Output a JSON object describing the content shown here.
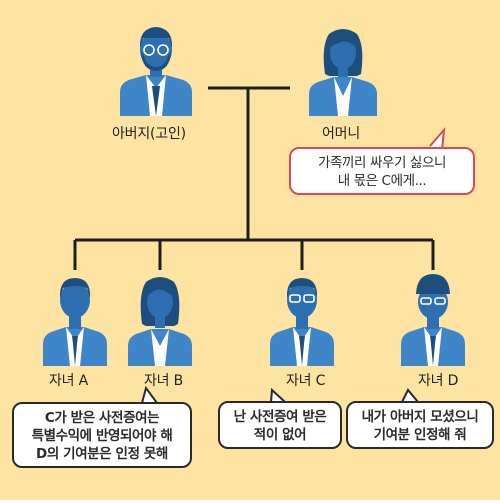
{
  "background_color": "#fde4a3",
  "colors": {
    "line": "#1e1e1e",
    "suit": "#3f86c9",
    "skin": "#2d6fb0",
    "hair": "#1d4f7e",
    "shirt": "#ffffff",
    "alert_border": "#d84a56"
  },
  "people": {
    "father": {
      "label": "아버지(고인)",
      "icon": "father-figure"
    },
    "mother": {
      "label": "어머니",
      "icon": "mother-figure"
    },
    "child_a": {
      "label": "자녀 A",
      "icon": "man-figure"
    },
    "child_b": {
      "label": "자녀 B",
      "icon": "woman-figure"
    },
    "child_c": {
      "label": "자녀 C",
      "icon": "man-glasses-figure"
    },
    "child_d": {
      "label": "자녀 D",
      "icon": "man-cap-figure"
    }
  },
  "bubbles": {
    "mother": {
      "lines": [
        "가족끼리 싸우기 싫으니",
        "내 몫은 C에게..."
      ]
    },
    "child_b": {
      "lines": [
        "C가 받은 사전증여는",
        "특별수익에 반영되어야 해",
        "D의 기여분은 인정 못해"
      ]
    },
    "child_c": {
      "lines": [
        "난 사전증여 받은",
        "적이 없어"
      ]
    },
    "child_d": {
      "lines": [
        "내가 아버지 모셨으니",
        "기여분 인정해 줘"
      ]
    }
  }
}
